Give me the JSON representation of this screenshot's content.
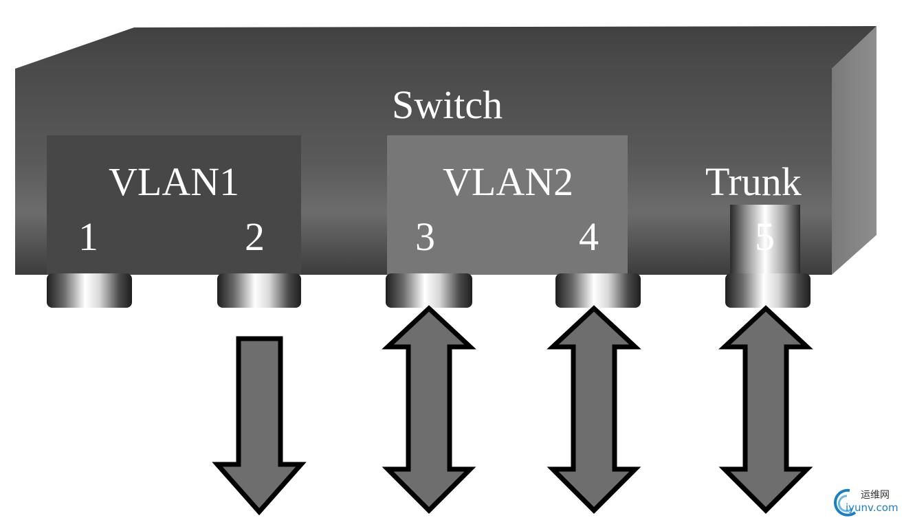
{
  "switch": {
    "title": "Switch"
  },
  "vlans": [
    {
      "label": "VLAN1",
      "ports": [
        "1",
        "2"
      ]
    },
    {
      "label": "VLAN2",
      "ports": [
        "3",
        "4"
      ]
    }
  ],
  "trunk": {
    "label": "Trunk",
    "port": "5"
  },
  "arrows": [
    {
      "port": "2",
      "direction": "out"
    },
    {
      "port": "3",
      "direction": "both"
    },
    {
      "port": "4",
      "direction": "both"
    },
    {
      "port": "5",
      "direction": "both"
    }
  ],
  "watermark": {
    "cn": "运维网",
    "url": "iyunv.com"
  },
  "colors": {
    "switch_body": "#555555",
    "vlan1_box": "#474747",
    "vlan2_box": "#777777",
    "arrow_fill": "#6e6e6e",
    "arrow_stroke": "#000000",
    "text": "#ffffff",
    "watermark_url": "#1b7fc4"
  }
}
